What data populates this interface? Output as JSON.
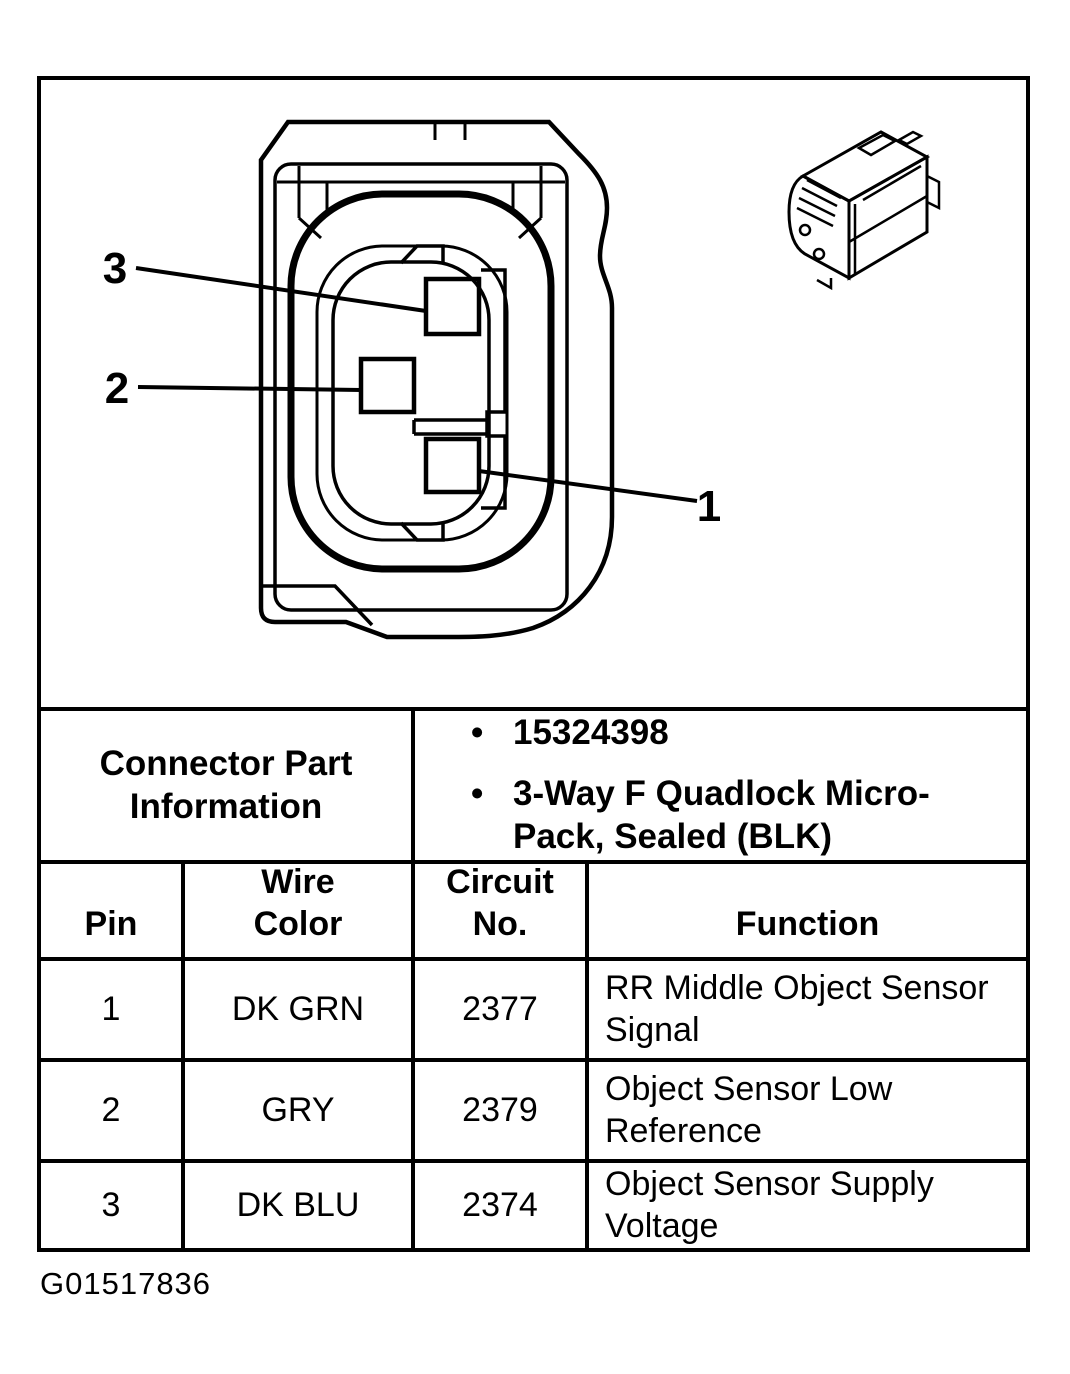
{
  "colors": {
    "ink": "#000000",
    "paper": "#ffffff"
  },
  "figure": {
    "pin_labels": {
      "pin1": "1",
      "pin2": "2",
      "pin3": "3"
    }
  },
  "table": {
    "part_info_label": "Connector Part\nInformation",
    "part_info_bullets": [
      "15324398",
      "3-Way F Quadlock Micro-Pack, Sealed (BLK)"
    ],
    "headers": {
      "pin": "Pin",
      "wire_color": "Wire\nColor",
      "circuit_no": "Circuit\nNo.",
      "function": "Function"
    },
    "rows": [
      {
        "pin": "1",
        "wire_color": "DK GRN",
        "circuit_no": "2377",
        "function": "RR Middle Object Sensor Signal"
      },
      {
        "pin": "2",
        "wire_color": "GRY",
        "circuit_no": "2379",
        "function": "Object Sensor Low Reference"
      },
      {
        "pin": "3",
        "wire_color": "DK BLU",
        "circuit_no": "2374",
        "function": "Object Sensor Supply Voltage"
      }
    ]
  },
  "footer": {
    "figure_id": "G01517836"
  }
}
